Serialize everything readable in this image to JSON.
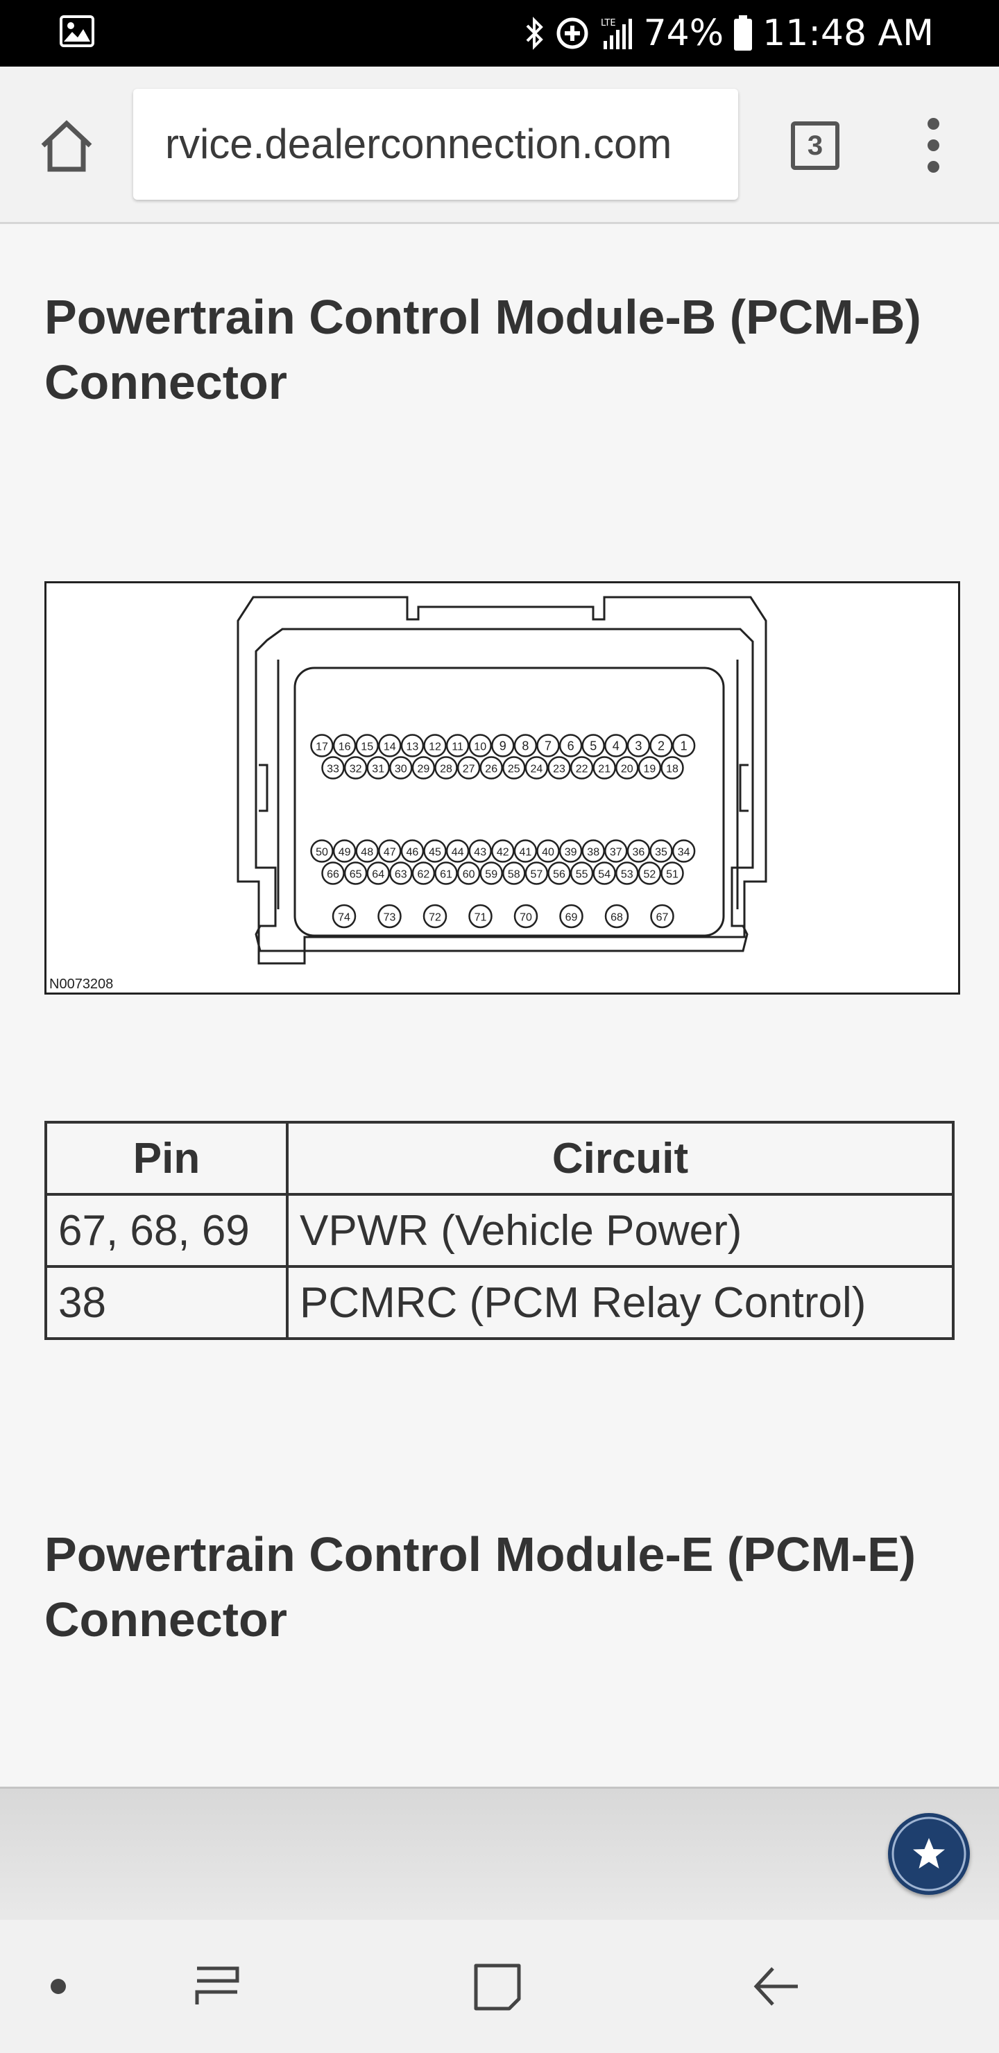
{
  "status_bar": {
    "battery_percent": "74%",
    "time": "11:48 AM",
    "network": "LTE"
  },
  "browser": {
    "url": "rvice.dealerconnection.com",
    "tab_count": "3"
  },
  "sections": [
    {
      "heading_line1": "Powertrain Control Module-B (PCM-B)",
      "heading_line2": "Connector"
    },
    {
      "heading_line1": "Powertrain Control Module-E (PCM-E)",
      "heading_line2": "Connector"
    }
  ],
  "diagram": {
    "figure_id": "N0073208",
    "row1_pins": [
      "17",
      "16",
      "15",
      "14",
      "13",
      "12",
      "11",
      "10",
      "9",
      "8",
      "7",
      "6",
      "5",
      "4",
      "3",
      "2",
      "1"
    ],
    "row2_pins": [
      "33",
      "32",
      "31",
      "30",
      "29",
      "28",
      "27",
      "26",
      "25",
      "24",
      "23",
      "22",
      "21",
      "20",
      "19",
      "18"
    ],
    "row3_pins": [
      "50",
      "49",
      "48",
      "47",
      "46",
      "45",
      "44",
      "43",
      "42",
      "41",
      "40",
      "39",
      "38",
      "37",
      "36",
      "35",
      "34"
    ],
    "row4_pins": [
      "66",
      "65",
      "64",
      "63",
      "62",
      "61",
      "60",
      "59",
      "58",
      "57",
      "56",
      "55",
      "54",
      "53",
      "52",
      "51"
    ],
    "row5_pins": [
      "74",
      "73",
      "72",
      "71",
      "70",
      "69",
      "68",
      "67"
    ]
  },
  "pin_table": {
    "headers": [
      "Pin",
      "Circuit"
    ],
    "rows": [
      [
        "67, 68, 69",
        "VPWR (Vehicle Power)"
      ],
      [
        "38",
        "PCMRC (PCM Relay Control)"
      ]
    ]
  },
  "icons": {
    "status_left": "gallery-icon",
    "status_right": [
      "bluetooth-icon",
      "data-saver-icon",
      "signal-icon",
      "battery-icon"
    ],
    "toolbar": [
      "home-icon",
      "tabs-icon",
      "overflow-menu-icon"
    ],
    "floating": "star-icon",
    "nav": [
      "dot-icon",
      "recent-apps-icon",
      "home-square-icon",
      "back-icon"
    ]
  },
  "colors": {
    "status_bar": "#000000",
    "toolbar": "#f2f2f2",
    "page": "#f6f6f6",
    "fab": "#1e3f6e"
  }
}
